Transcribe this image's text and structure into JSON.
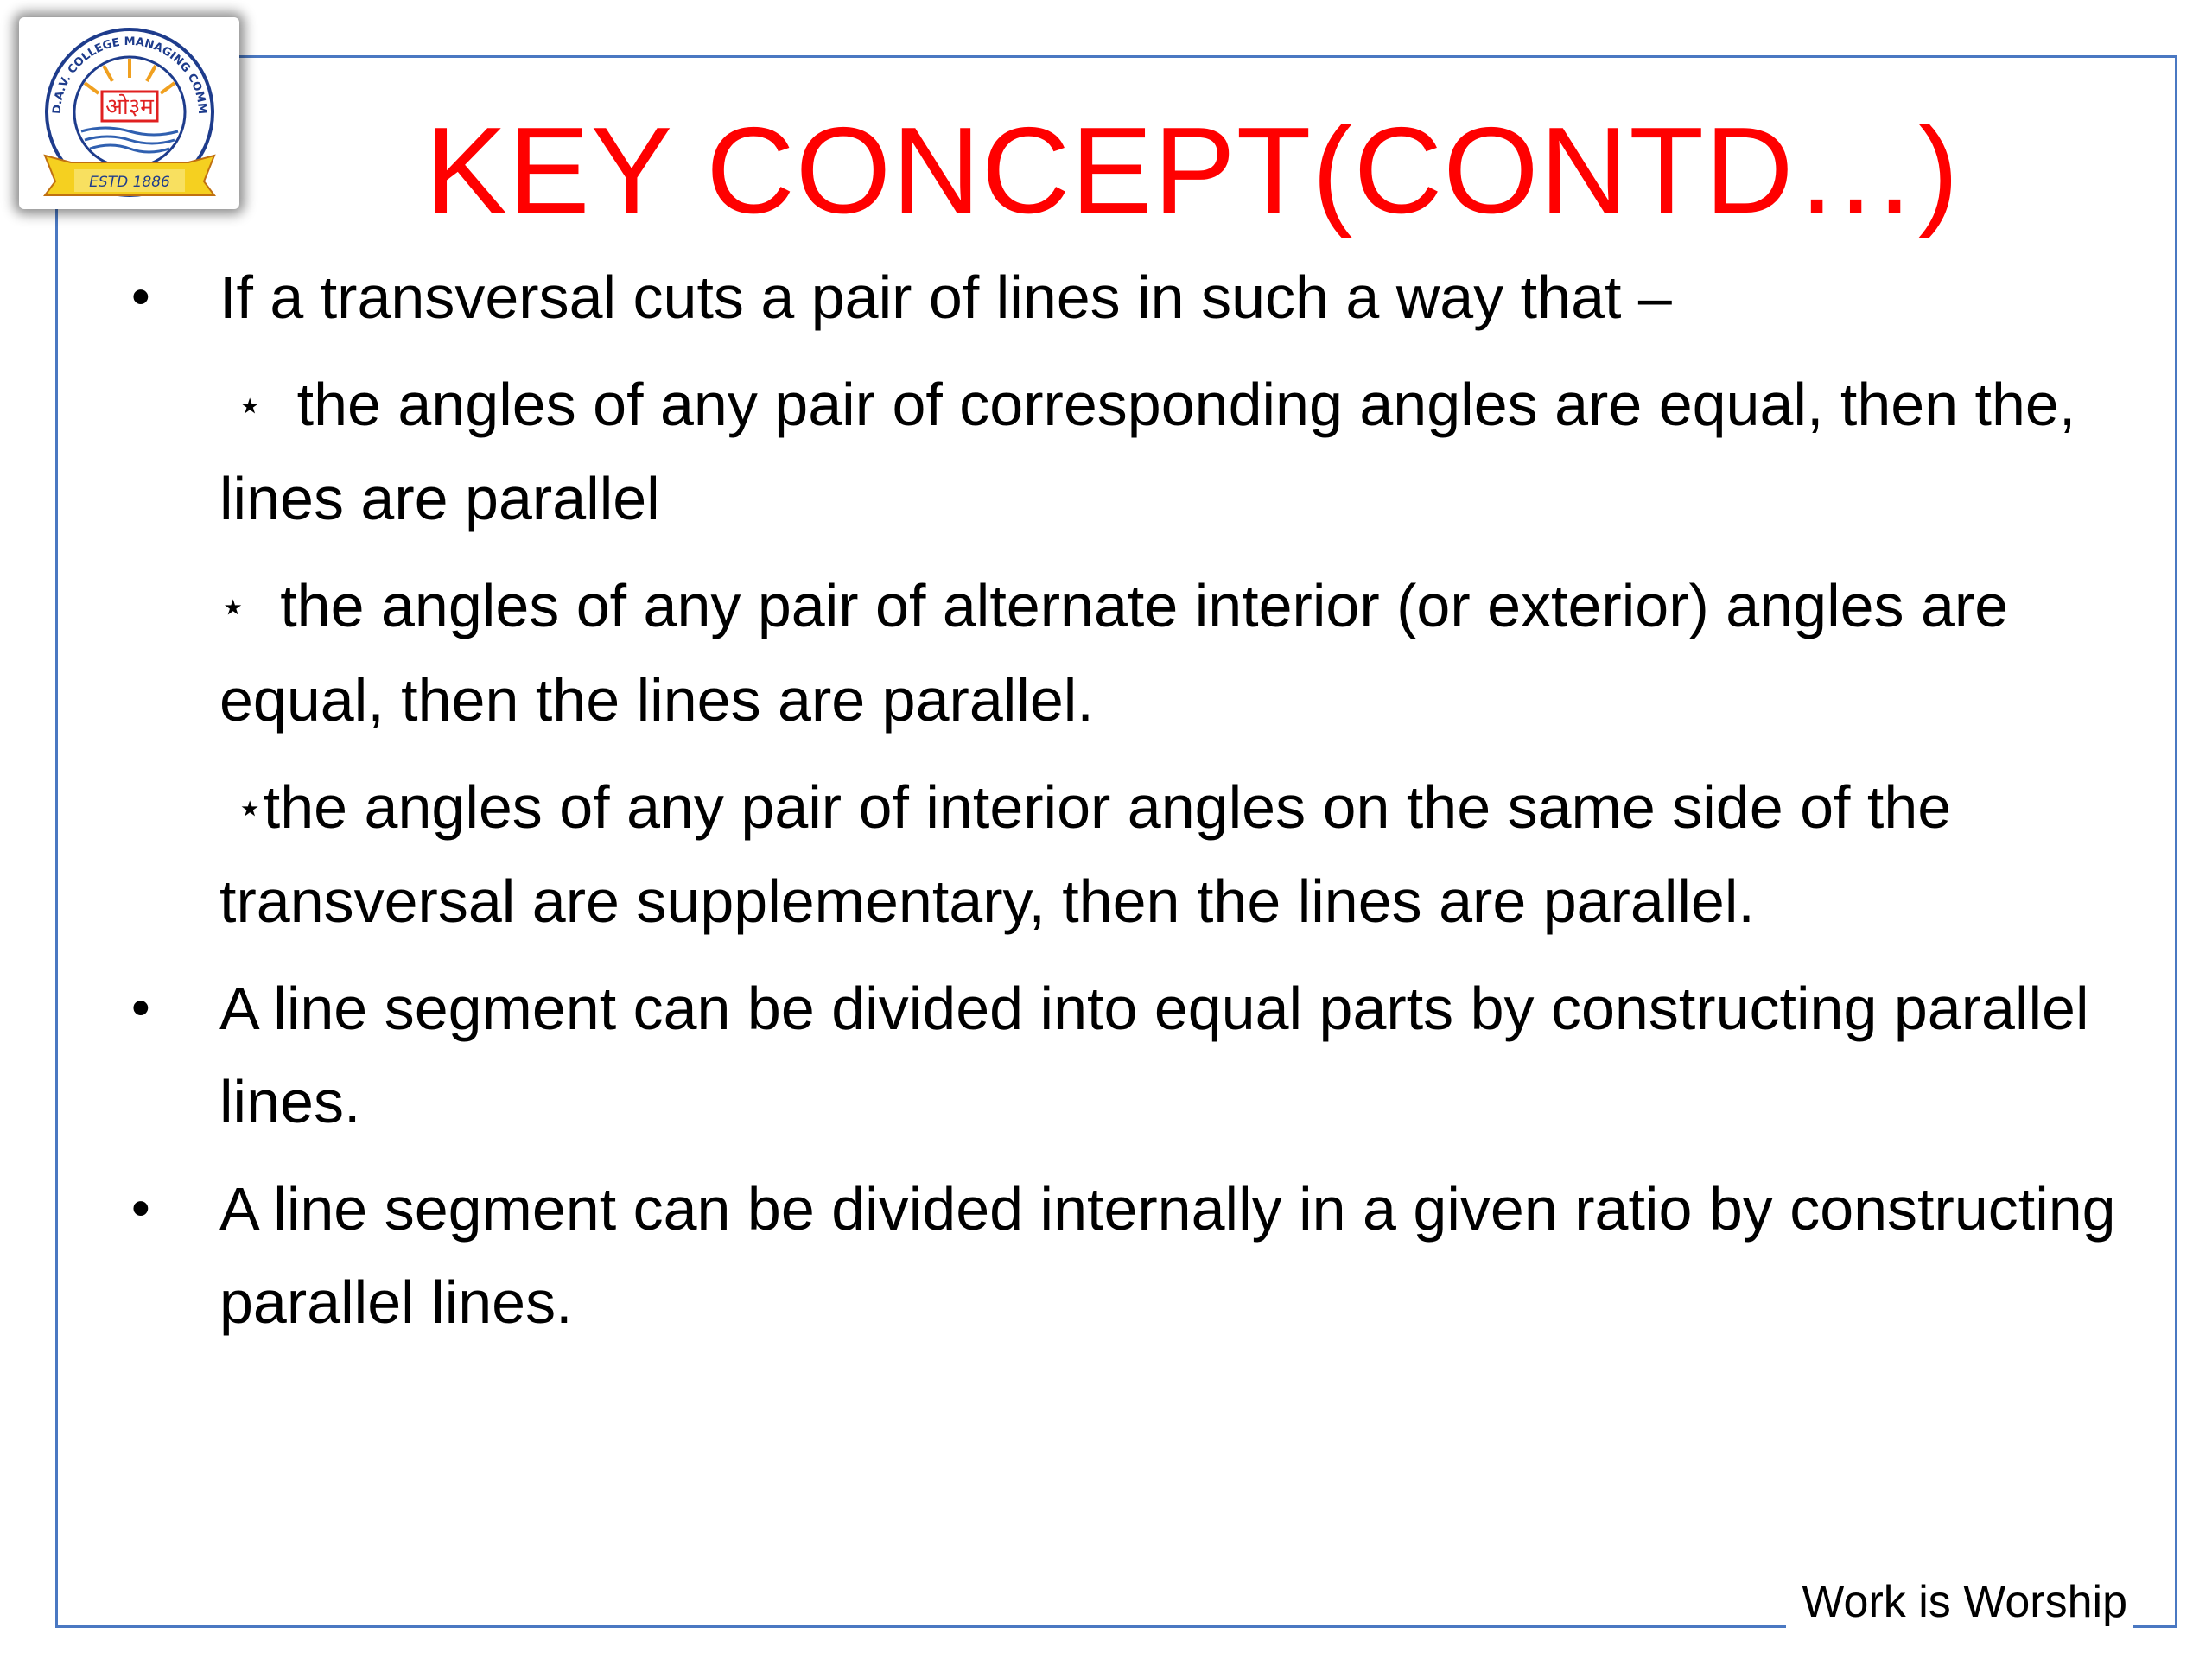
{
  "logo": {
    "center_text": "ओ३म",
    "ring_text": "D.A.V. COLLEGE MANAGING COMMITTEE",
    "ribbon_text": "ESTD 1886"
  },
  "title": "KEY CONCEPT(CONTD…)",
  "bullets": [
    {
      "marker": "•",
      "text": "If a transversal cuts a pair of lines in such a way that –"
    },
    {
      "marker": "•",
      "text": "A line segment can be divided into equal parts by constructing parallel lines."
    },
    {
      "marker": "•",
      "text": "A line segment can be divided internally in a given ratio by constructing parallel lines."
    }
  ],
  "sub_items": [
    {
      "marker": "⋆",
      "text": "the angles of any pair of corresponding angles are equal, then the, lines are parallel"
    },
    {
      "marker": "⋆",
      "text": "the angles of any pair of alternate interior (or exterior) angles are equal, then the lines are parallel."
    },
    {
      "marker": "⋆",
      "text": "the angles of any pair of interior angles on the same side of the transversal are supplementary, then the lines are parallel."
    }
  ],
  "footer": "Work is Worship",
  "colors": {
    "title": "#ff0000",
    "frame": "#4a78c2",
    "text": "#000000"
  }
}
